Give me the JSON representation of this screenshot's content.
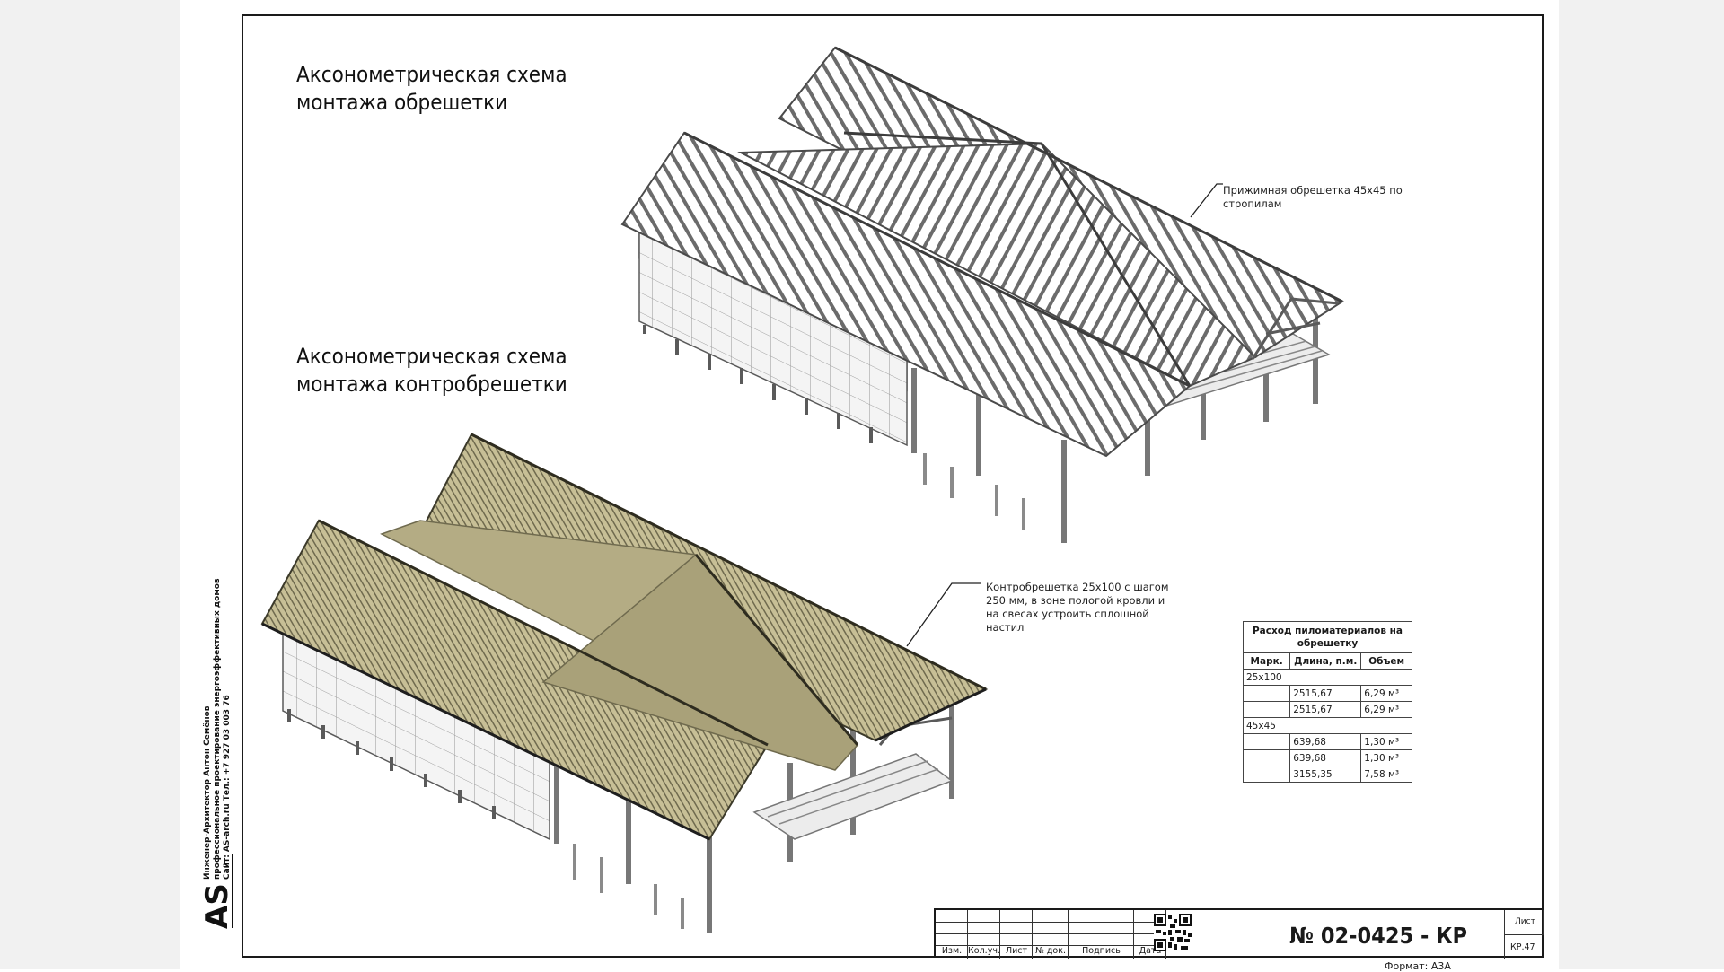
{
  "headings": {
    "lathing": [
      "Аксонометрическая схема",
      "монтажа обрешетки"
    ],
    "counter_lathing": [
      "Аксонометрическая схема",
      "монтажа контробрешетки"
    ]
  },
  "notes": {
    "lathing_note": [
      "Прижимная обрешетка 45х45 по",
      "стропилам"
    ],
    "counter_note": [
      "Контробрешетка 25х100 с шагом",
      "250 мм, в зоне пологой кровли и",
      "на свесах устроить сплошной",
      "настил"
    ]
  },
  "side_info": {
    "line1": "Инженер-Архитектор Антон Семёнов",
    "line2": "профессиональное проектирование энергоэффективных домов",
    "line3": "Сайт: AS-arch.ru  Тел.: +7 927 03 003 76",
    "logo": "AS"
  },
  "materials_table": {
    "title": "Расход пиломатериалов на обрешетку",
    "headers": [
      "Марк.",
      "Длина, п.м.",
      "Объем"
    ],
    "groups": [
      {
        "name": "25х100",
        "rows": [
          [
            "",
            "2515,67",
            "6,29 м³"
          ],
          [
            "",
            "2515,67",
            "6,29 м³"
          ]
        ]
      },
      {
        "name": "45х45",
        "rows": [
          [
            "",
            "639,68",
            "1,30 м³"
          ],
          [
            "",
            "639,68",
            "1,30 м³"
          ],
          [
            "",
            "3155,35",
            "7,58 м³"
          ]
        ]
      }
    ]
  },
  "title_block": {
    "labels": [
      "Изм.",
      "Кол.уч.",
      "Лист",
      "№ док.",
      "Подпись",
      "Дата"
    ],
    "doc_code": "№ 02-0425 - КР",
    "sheet_label": "Лист",
    "sheet_number": "КР.47",
    "format": "Формат: А3А"
  },
  "colors": {
    "frame": "#1a1a1a",
    "structure_line": "#5a5a5a",
    "roof_fill": "#b4ac84",
    "roof_line": "#6f6a4e",
    "wall_fill": "#f2f2f2"
  }
}
